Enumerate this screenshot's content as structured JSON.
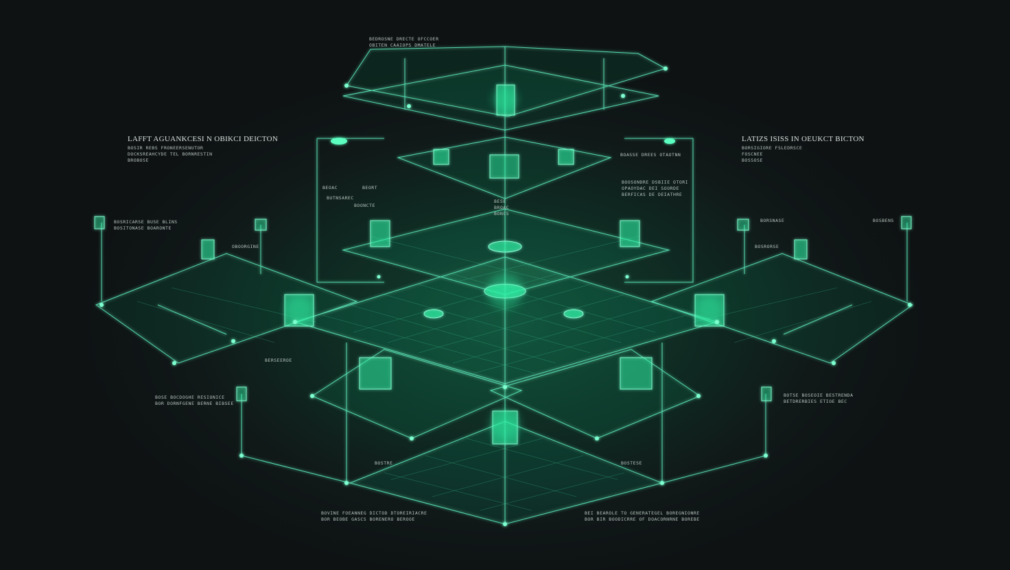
{
  "colors": {
    "background": "#101515",
    "glow": "#2ef3a6",
    "wire": "#5ff0c0",
    "text": "#c9d3cf"
  },
  "titles": {
    "left": "LAFFT AGUANKCESI N OBIKCI DEICTON",
    "right": "LATIZS ISISS IN OEUKCT BICTON"
  },
  "annotations": {
    "left_title_lines": [
      "BOSIR REBS FRONEERSENUTOR",
      "DOCKSREAHCYDE TEL BORNRESTIN",
      "BROBOSE"
    ],
    "right_title_lines": [
      "BORSIGIORE FSLEDRSCE",
      "FOSCNEE",
      "BOSSOSE"
    ],
    "top_center": [
      "BEDROSNE DRECTE OFCCOER",
      "OBITEN CAAIOPS DMATELE"
    ],
    "mid_left_labels": [
      "BEOAC",
      "BEORT",
      "BUTNSAREC",
      "BOONCTE"
    ],
    "mid_center_labels": [
      "BESE",
      "BROAC",
      "BONCS"
    ],
    "center_right_lines": [
      "BOOSONDRE DSBIIE OTORI",
      "OPAOYDAC DEI SOORDE",
      "BERFICAS DE DEIATHRE"
    ],
    "top_right_line": "BOASSE DREES OTAOTNN",
    "left_node_lines": [
      "BOSRICARSE BUSE BLINS",
      "BOSITONASE BOARONTE"
    ],
    "left_node_callout": "OBOORGINE",
    "right_node_labels": [
      "BORSNASE",
      "BOSBENS",
      "BOSRORSE"
    ],
    "left_lower_lines": [
      "BOSE BOCDOGHE RESIONICE",
      "BOR DORNFGENE BERNE BIBSEE"
    ],
    "right_lower_lines": [
      "BOTSE BOSEOIE BESTRENDA",
      "BETDRERBIES ETIOE BEC"
    ],
    "small_tag_left": "BERSEEROE",
    "bottom_left_tag": "BOSTRE",
    "bottom_right_tag": "BOSTESE",
    "bottom_left_lines": [
      "BOVINE FOEANNEG DICTOD DTOREIRIACRE",
      "BOR BEOBE GASCS BORENERO BEROOE"
    ],
    "bottom_right_lines": [
      "BEI BEAROLE TO GENERATEGEL BOREGNIONRE",
      "BOR BIR BOODICRRE OF DOACORNRNE BOREBE"
    ]
  }
}
